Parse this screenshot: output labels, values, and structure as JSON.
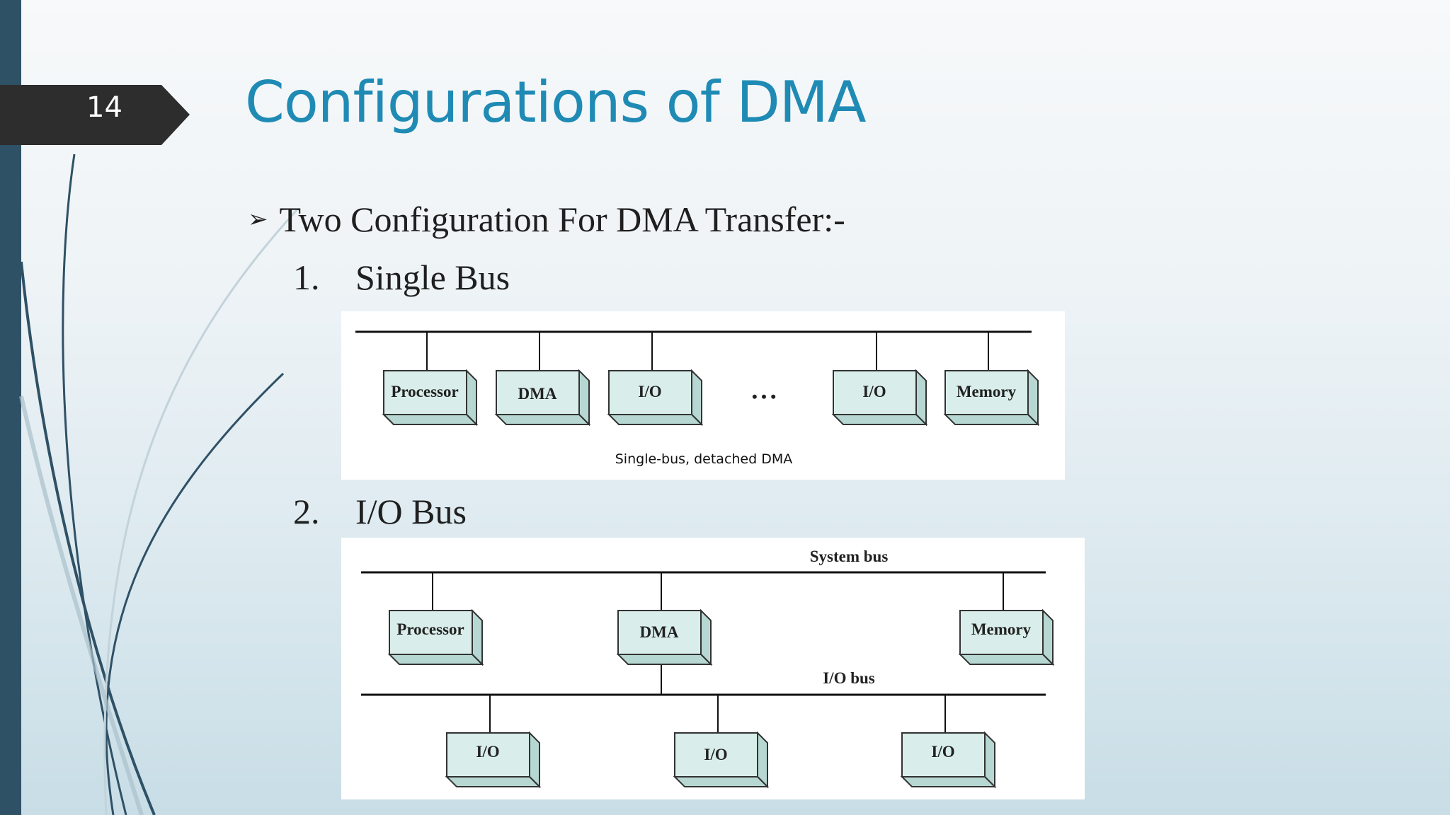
{
  "slide": {
    "number": "14",
    "title": "Configurations of DMA",
    "bullet": {
      "arrow": "➢",
      "text": "Two Configuration For DMA Transfer:-"
    },
    "items": [
      {
        "num": "1.",
        "text": "Single Bus"
      },
      {
        "num": "2.",
        "text": "I/O Bus"
      }
    ]
  },
  "diagram_single_bus": {
    "modules": [
      "Processor",
      "DMA",
      "I/O",
      "I/O",
      "Memory"
    ],
    "ellipsis": "• • •",
    "caption": "Single-bus, detached DMA"
  },
  "diagram_io_bus": {
    "system_bus_label": "System bus",
    "io_bus_label": "I/O bus",
    "top_modules": [
      "Processor",
      "DMA",
      "Memory"
    ],
    "io_modules": [
      "I/O",
      "I/O",
      "I/O"
    ]
  },
  "colors": {
    "title": "#1f8bb5",
    "sidebar": "#2f5166",
    "number_tag": "#2d2d2d",
    "module_face": "#d9eeea",
    "module_shade": "#b7d8d2"
  }
}
